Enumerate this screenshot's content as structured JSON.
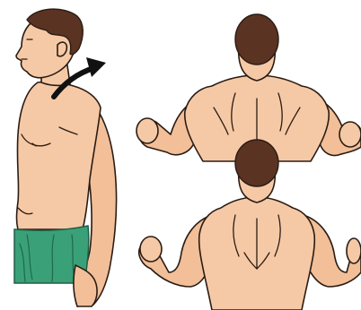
{
  "illustration": {
    "figures": [
      "side-view-slouched-posture",
      "back-view-upright-posture",
      "back-view-shoulders-retracted"
    ],
    "arrow_direction": "up-right",
    "colors": {
      "skin": "#f6c9a6",
      "hair": "#5a3323",
      "shorts": "#3aa078",
      "outline": "#2a1c14",
      "arrow": "#111111"
    }
  }
}
